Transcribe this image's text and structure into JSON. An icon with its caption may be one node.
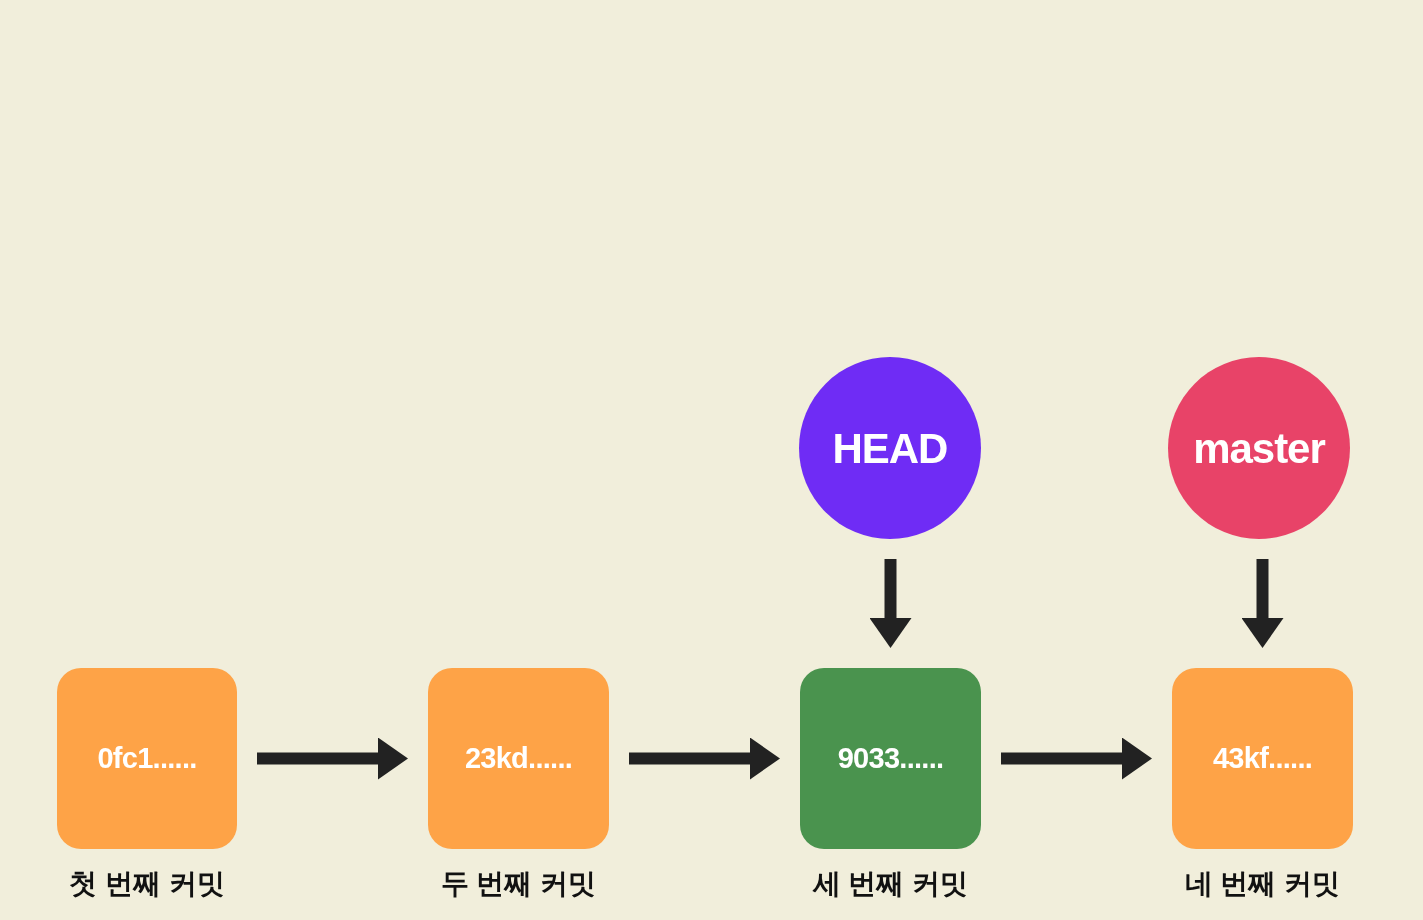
{
  "diagram": {
    "nodes": [
      {
        "text": [
          "0fc1......"
        ],
        "beside": [
          "첫 번째 커밋"
        ]
      },
      {
        "text": [
          "23kd......"
        ],
        "beside": [
          "두 번째 커밋"
        ]
      },
      {
        "text": [
          "9033......"
        ],
        "beside": [
          "세 번째 커밋"
        ]
      },
      {
        "text": [
          "43kf......"
        ],
        "beside": [
          "네 번째 커밋"
        ]
      },
      {
        "text": [
          "HEAD"
        ]
      },
      {
        "text": [
          "master"
        ]
      }
    ],
    "edges": [
      {
        "from": 0,
        "to": 1,
        "arrow": "to"
      },
      {
        "from": 1,
        "to": 2,
        "arrow": "to"
      },
      {
        "from": 2,
        "to": 3,
        "arrow": "to"
      },
      {
        "from": 4,
        "to": 2,
        "arrow": "to"
      },
      {
        "from": 5,
        "to": 3,
        "arrow": "to"
      }
    ]
  }
}
